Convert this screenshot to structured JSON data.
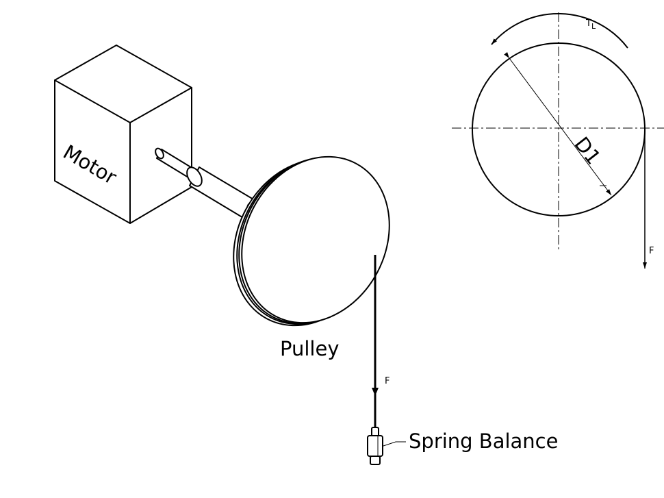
{
  "labels": {
    "motor": "Motor",
    "pulley": "Pulley",
    "spring_balance": "Spring Balance",
    "force_left": "F",
    "force_right": "F",
    "diameter": "D1",
    "torque_main": "T",
    "torque_sub": "L"
  },
  "colors": {
    "line": "#000000",
    "background": "#ffffff"
  }
}
